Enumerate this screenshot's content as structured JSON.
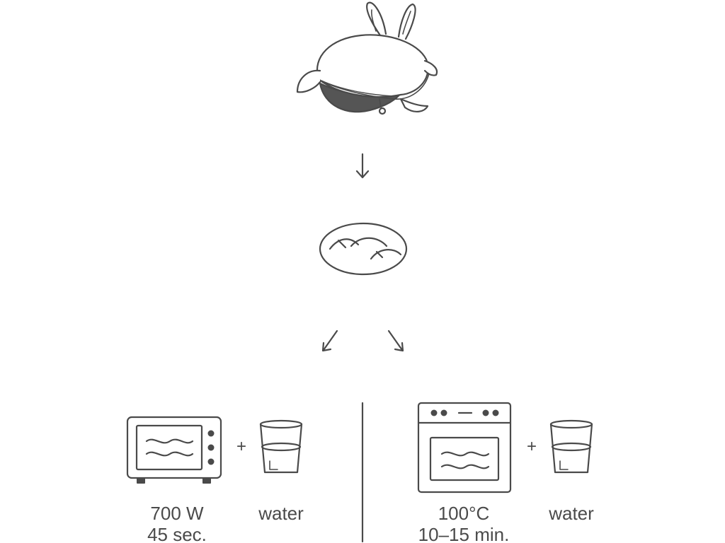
{
  "colors": {
    "stroke": "#4a4a4a",
    "fill_dark": "#555555",
    "background": "#ffffff"
  },
  "icons": {
    "product": "bunny-heat-pack-icon",
    "pad": "heat-pad-icon",
    "microwave": "microwave-icon",
    "oven": "oven-icon",
    "glass": "water-glass-icon"
  },
  "left_option": {
    "plus": "+",
    "power": "700 W",
    "time": "45 sec.",
    "extra": "water"
  },
  "right_option": {
    "plus": "+",
    "temperature": "100°C",
    "time": "10–15 min.",
    "extra": "water"
  }
}
